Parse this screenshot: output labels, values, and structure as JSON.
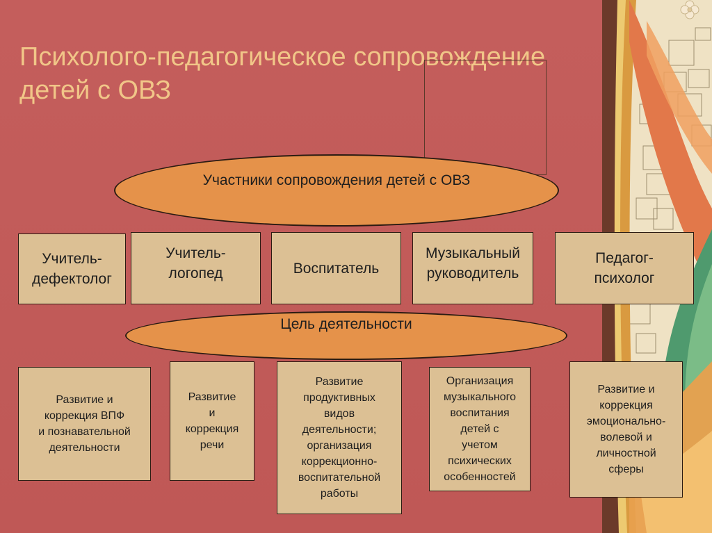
{
  "slide": {
    "title_line1": "Психолого-педагогическое сопровождение",
    "title_line2": "детей с ОВЗ"
  },
  "participants_oval": "Участники сопровождения детей с ОВЗ",
  "roles": [
    {
      "line1": "Учитель-",
      "line2": "дефектолог"
    },
    {
      "line1": "Учитель-",
      "line2": "логопед"
    },
    {
      "line1": "Воспитатель",
      "line2": ""
    },
    {
      "line1": "Музыкальный",
      "line2": "руководитель"
    },
    {
      "line1": "Педагог-",
      "line2": "психолог"
    }
  ],
  "goal_oval": "Цель деятельности",
  "tasks": [
    [
      "Развитие и",
      "коррекция ВПФ",
      "и познавательной",
      "деятельности"
    ],
    [
      "Развитие",
      "и",
      "коррекция",
      "речи"
    ],
    [
      "Развитие",
      "продуктивных",
      "видов",
      "деятельности;",
      "организация",
      "коррекционно-",
      "воспитательной",
      "работы"
    ],
    [
      "Организация",
      "музыкального",
      "воспитания",
      "детей с",
      "учетом",
      "психических",
      "особенностей"
    ],
    [
      "Развитие и",
      "коррекция",
      "эмоционально-",
      "волевой и",
      "личностной",
      "сферы"
    ]
  ],
  "colors": {
    "background": "#c05a58",
    "title": "#f1c688",
    "oval_fill": "#e5924a",
    "box_fill": "#dcc094"
  }
}
